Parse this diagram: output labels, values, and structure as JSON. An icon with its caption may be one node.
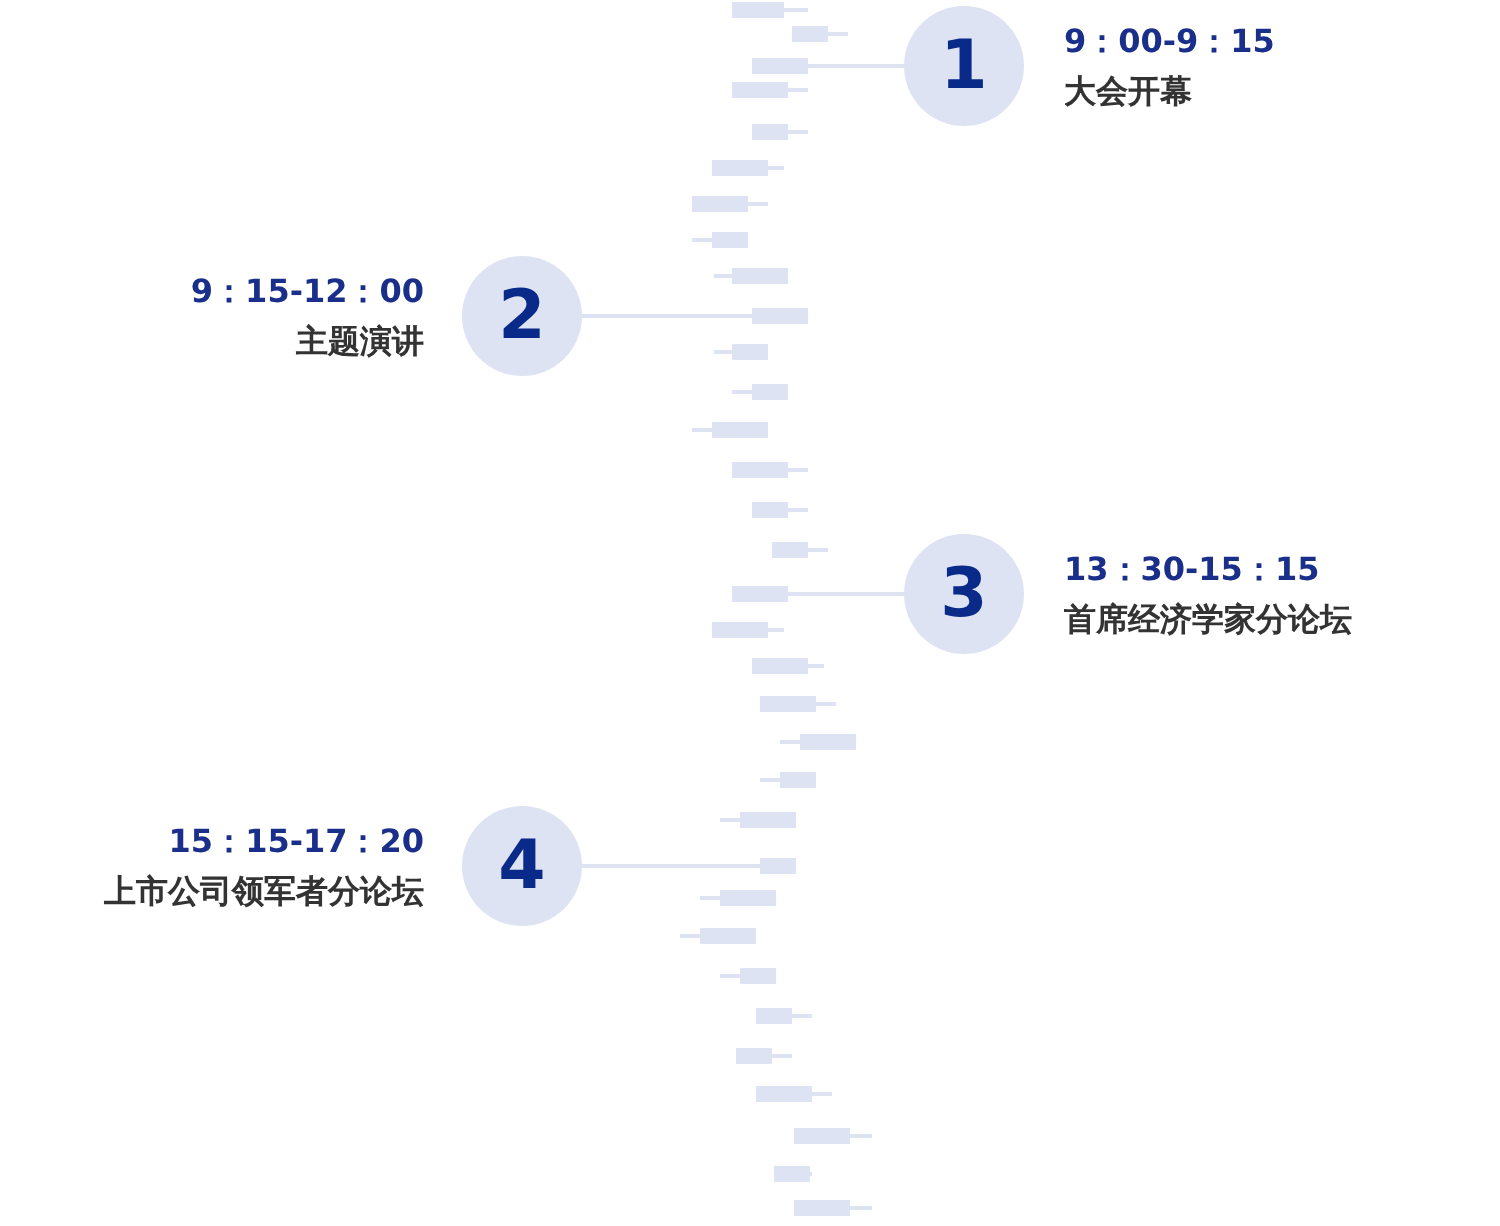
{
  "diagram": {
    "nodes": [
      {
        "text": [
          "1"
        ],
        "beside": [
          "9：00-9：15",
          "大会开幕"
        ]
      },
      {
        "text": [],
        "shape": "bar"
      },
      {
        "text": [
          "2"
        ],
        "beside": [
          "9：15-12：00",
          "主题演讲"
        ]
      },
      {
        "text": [],
        "shape": "bar"
      },
      {
        "text": [
          "3"
        ],
        "beside": [
          "13：30-15：15",
          "首席经济学家分论坛"
        ]
      },
      {
        "text": [],
        "shape": "bar"
      },
      {
        "text": [
          "4"
        ],
        "beside": [
          "15：15-17：20",
          "上市公司领军者分论坛"
        ]
      },
      {
        "text": [],
        "shape": "bar"
      }
    ],
    "edges": [
      {
        "from": 0,
        "to": 1,
        "arrow": "none"
      },
      {
        "from": 2,
        "to": 3,
        "arrow": "none"
      },
      {
        "from": 4,
        "to": 5,
        "arrow": "none"
      },
      {
        "from": 6,
        "to": 7,
        "arrow": "none"
      }
    ]
  }
}
